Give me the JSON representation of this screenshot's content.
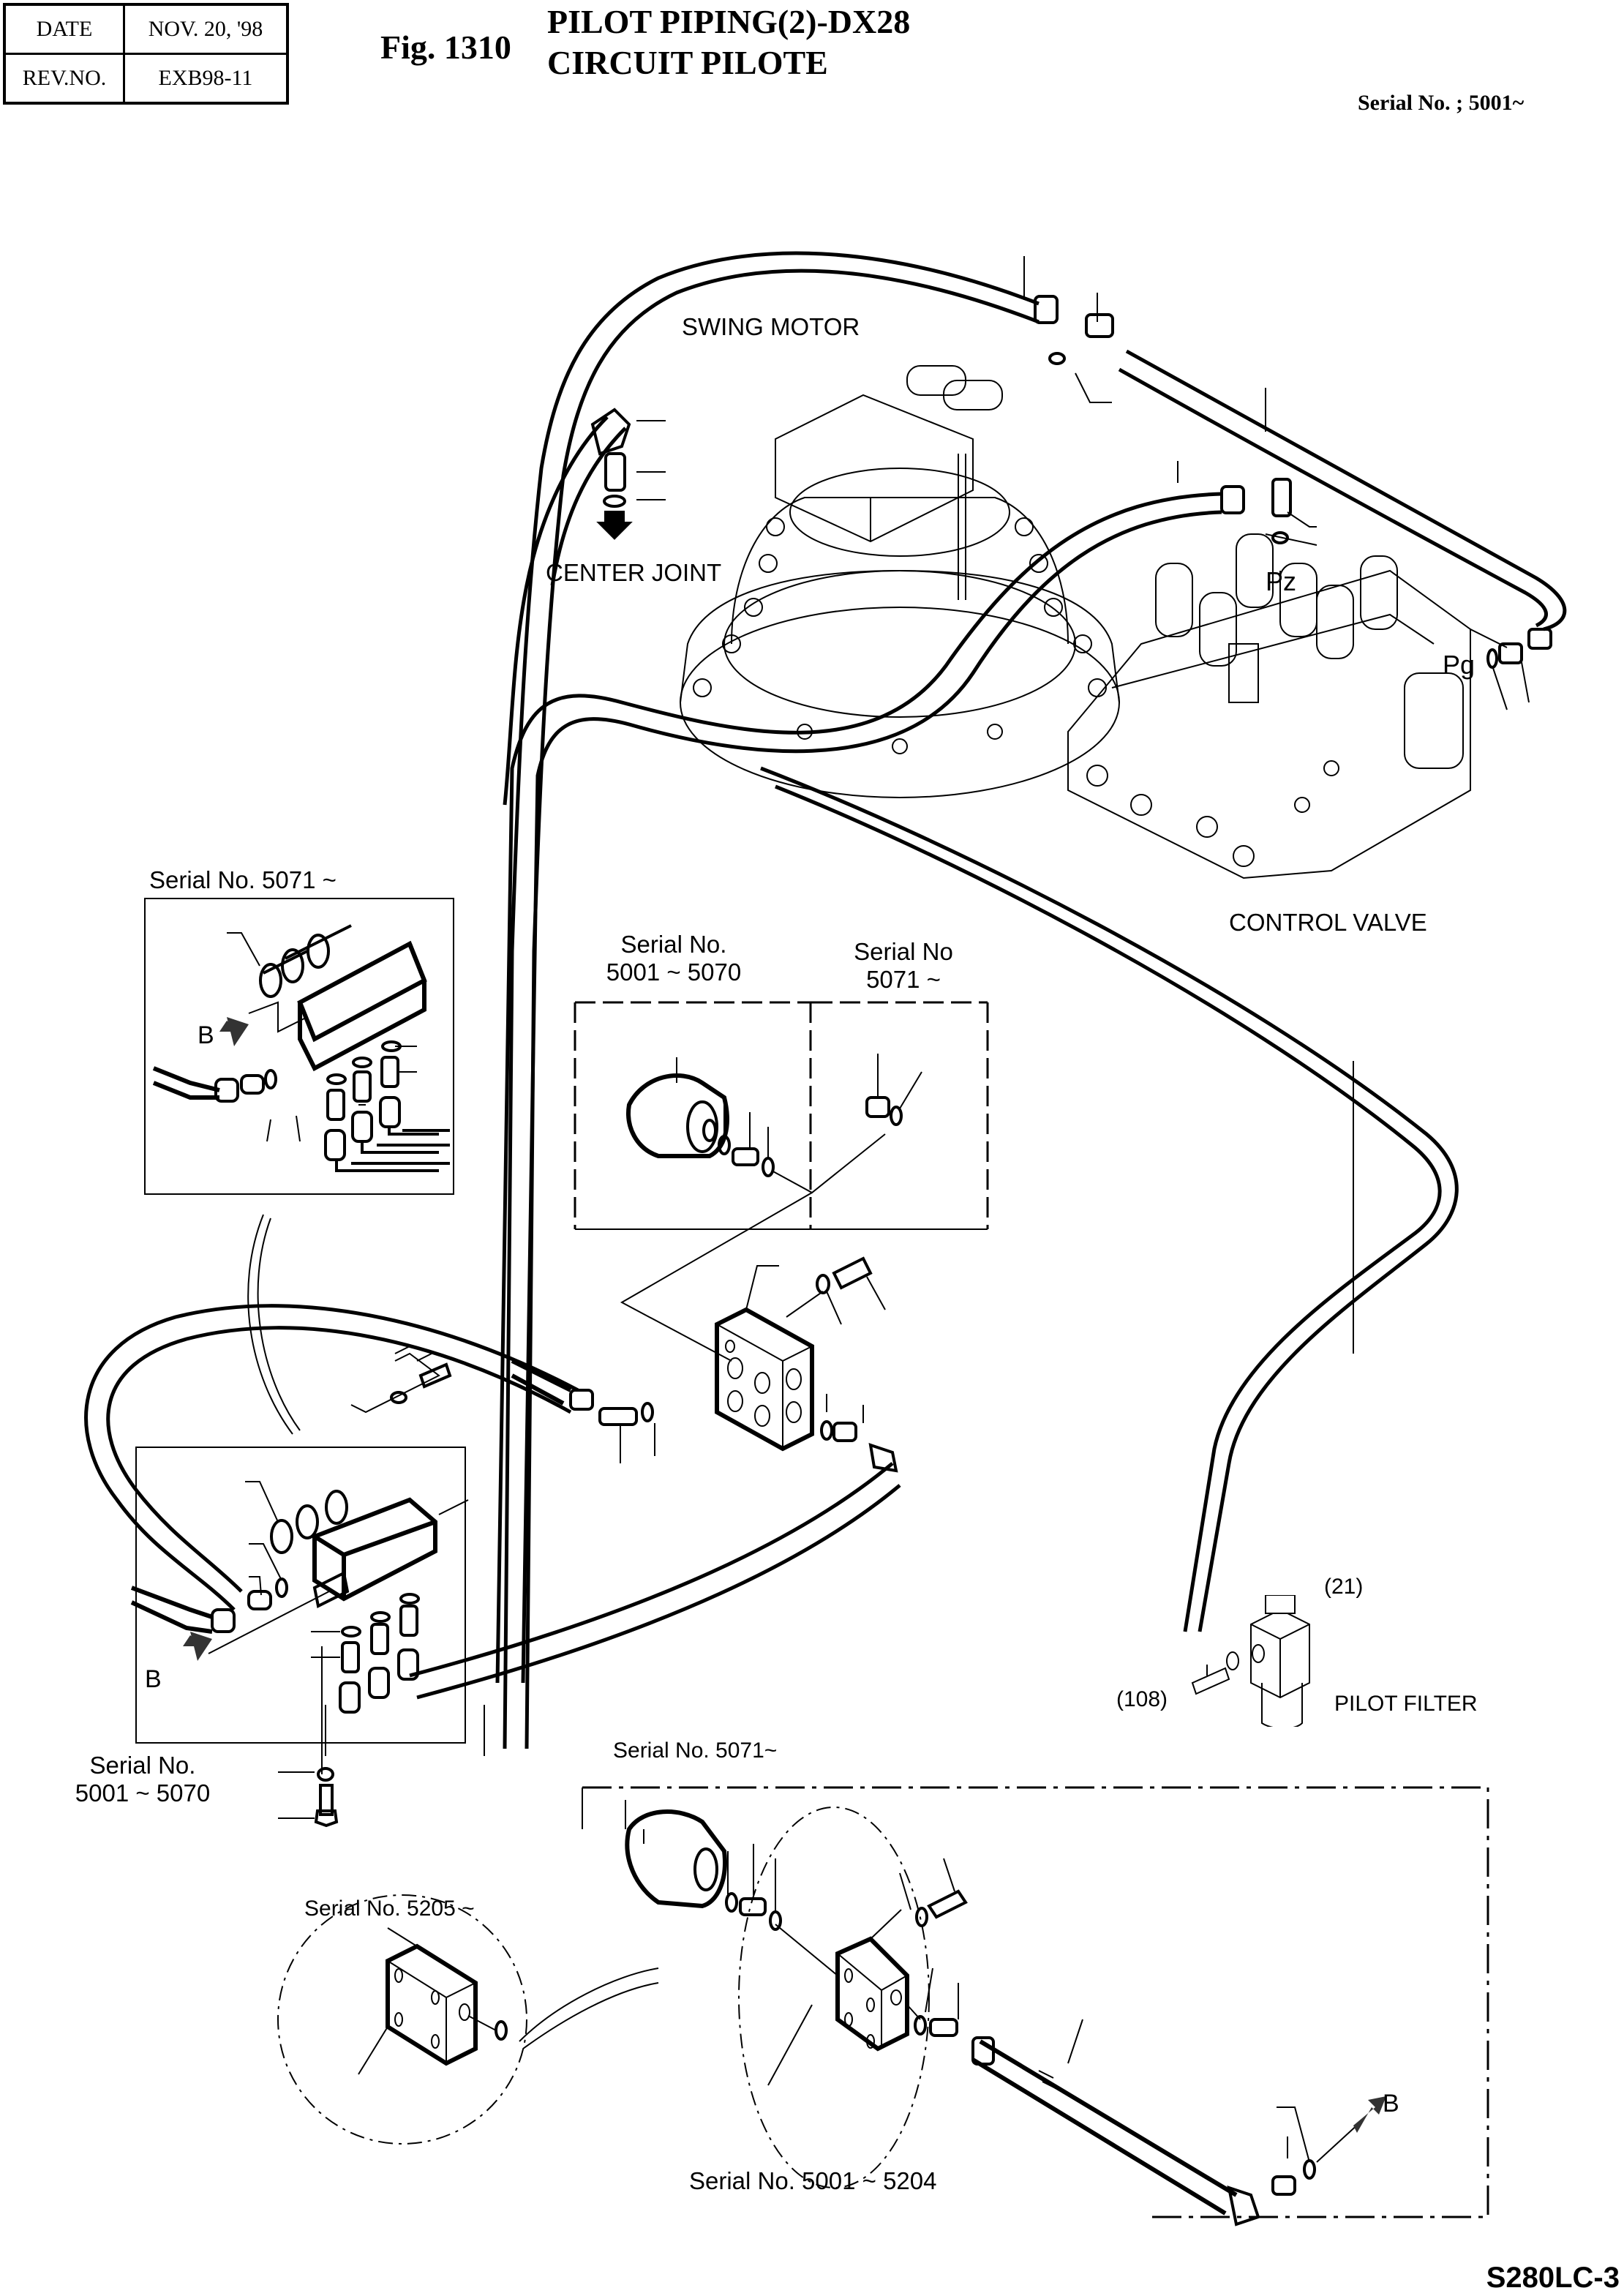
{
  "header": {
    "date_label": "DATE",
    "date_value": "NOV. 20, '98",
    "rev_label": "REV.NO.",
    "rev_value": "EXB98-11",
    "fig_number": "Fig. 1310",
    "title_line1": "PILOT PIPING(2)-DX28",
    "title_line2": "CIRCUIT PILOTE",
    "serial_range": "Serial No. ; 5001~"
  },
  "components": {
    "swing_motor": "SWING MOTOR",
    "center_joint": "CENTER JOINT",
    "control_valve": "CONTROL VALVE",
    "pilot_filter": "PILOT FILTER",
    "port_pz": "Pz",
    "port_pg": "Pg",
    "ref_21": "(21)",
    "ref_108": "(108)"
  },
  "insets": {
    "upper_left_serial": "Serial No. 5071 ~",
    "upper_left_arrow": "B",
    "middle_left_serial_line1": "Serial No.",
    "middle_left_serial_line2": "5001 ~ 5070",
    "middle_right_serial_line1": "Serial No",
    "middle_right_serial_line2": "5071 ~",
    "lower_left_arrow": "B",
    "lower_left_serial_line1": "Serial No.",
    "lower_left_serial_line2": "5001 ~ 5070",
    "bottom_box_serial": "Serial No. 5071~",
    "bottom_circle_serial": "Serial No. 5205 ~",
    "bottom_inner_serial": "Serial No. 5001 ~ 5204",
    "bottom_arrow": "B"
  },
  "footer": {
    "model": "S280LC-3"
  }
}
